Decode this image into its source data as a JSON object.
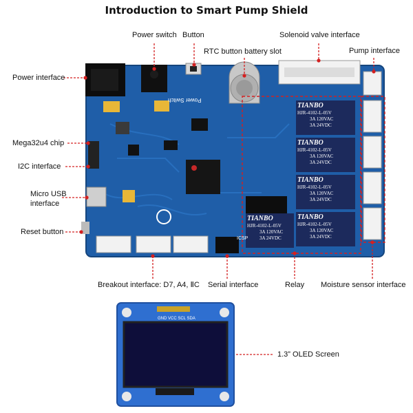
{
  "title": "Introduction to Smart Pump Shield",
  "labels": {
    "power_switch": "Power switch",
    "button": "Button",
    "solenoid": "Solenoid valve interface",
    "pump": "Pump interface",
    "rtc": "RTC button battery slot",
    "power_interface": "Power interface",
    "mega": "Mega32u4 chip",
    "i2c": "I2C interface",
    "usb_line1": "Micro USB",
    "usb_line2": "interface",
    "reset": "Reset button",
    "breakout": "Breakout interface: D7, A4, ⅡC",
    "serial": "Serial interface",
    "relay": "Relay",
    "moisture": "Moisture sensor interface",
    "oled": "1.3” OLED Screen"
  },
  "relay_text": {
    "brand": "TIANBO",
    "model": "HJR-4102-L-05V",
    "rating1": "3A 120VAC",
    "rating2": "3A  24VDC"
  },
  "oled_pins": "GND VCC SCL SDA",
  "board_text": {
    "power_switch_silk": "Power Switch",
    "icsp": "ICSP"
  },
  "colors": {
    "board": "#1f5ea8",
    "callout": "#d42020",
    "relay": "#1c2a5c",
    "oled_pcb": "#2f6fd0",
    "oled_screen": "#0e0e3a"
  }
}
